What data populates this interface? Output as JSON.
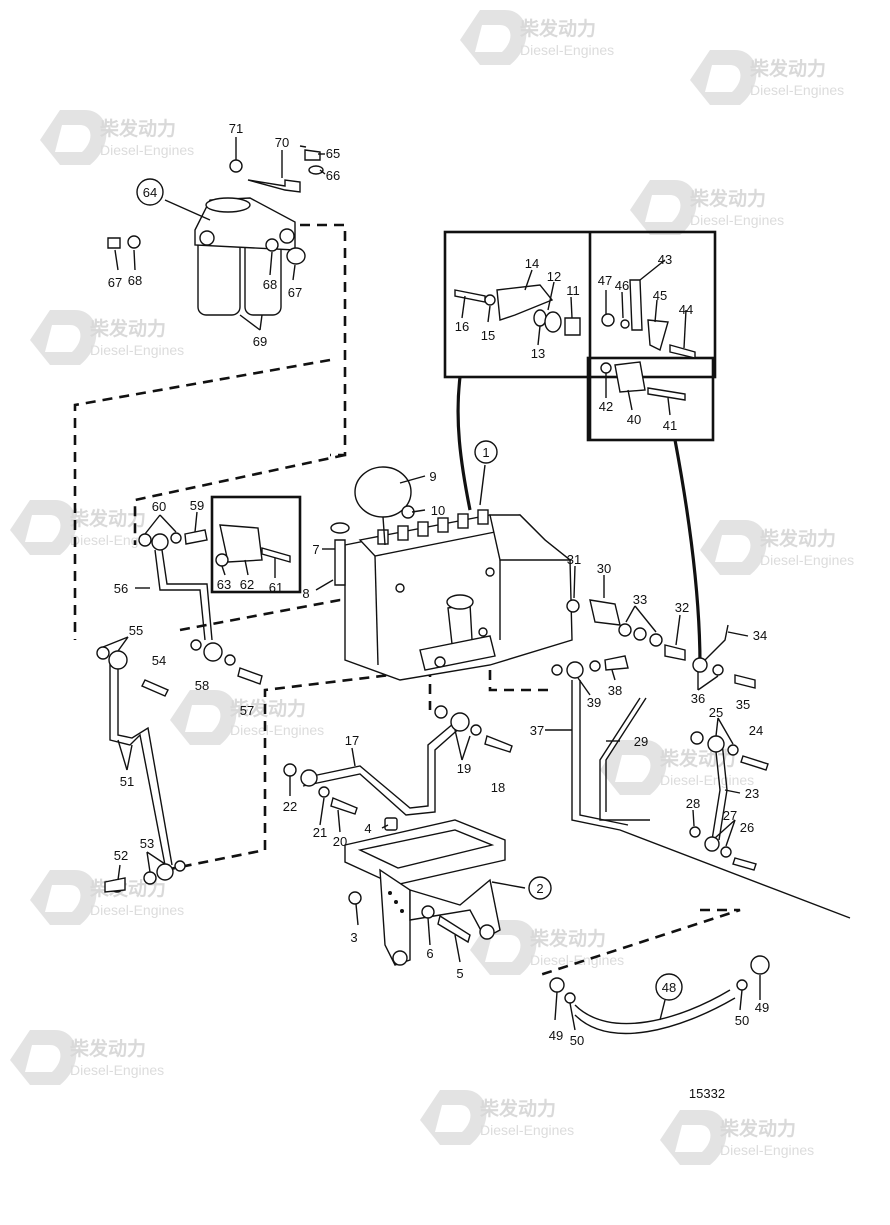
{
  "drawing_number": "15332",
  "watermark": {
    "title": "柴发动力",
    "subtitle": "Diesel-Engines"
  },
  "callouts": {
    "c1": "1",
    "c2": "2",
    "c3": "3",
    "c4": "4",
    "c5": "5",
    "c6": "6",
    "c7": "7",
    "c8": "8",
    "c9": "9",
    "c10": "10",
    "c11": "11",
    "c12": "12",
    "c13": "13",
    "c14": "14",
    "c15": "15",
    "c16": "16",
    "c17": "17",
    "c18": "18",
    "c19": "19",
    "c20": "20",
    "c21": "21",
    "c22": "22",
    "c23": "23",
    "c24": "24",
    "c25": "25",
    "c26": "26",
    "c27": "27",
    "c28": "28",
    "c29": "29",
    "c30": "30",
    "c31": "31",
    "c32": "32",
    "c33": "33",
    "c34": "34",
    "c35": "35",
    "c36": "36",
    "c37": "37",
    "c38": "38",
    "c39": "39",
    "c40": "40",
    "c41": "41",
    "c42": "42",
    "c43": "43",
    "c44": "44",
    "c45": "45",
    "c46": "46",
    "c47": "47",
    "c48": "48",
    "c49a": "49",
    "c49b": "49",
    "c50a": "50",
    "c50b": "50",
    "c51": "51",
    "c52": "52",
    "c53": "53",
    "c54": "54",
    "c55": "55",
    "c56": "56",
    "c57": "57",
    "c58": "58",
    "c59": "59",
    "c60": "60",
    "c61": "61",
    "c62": "62",
    "c63": "63",
    "c64": "64",
    "c65": "65",
    "c66": "66",
    "c67a": "67",
    "c67b": "67",
    "c68a": "68",
    "c68b": "68",
    "c69": "69",
    "c70": "70",
    "c71": "71"
  }
}
